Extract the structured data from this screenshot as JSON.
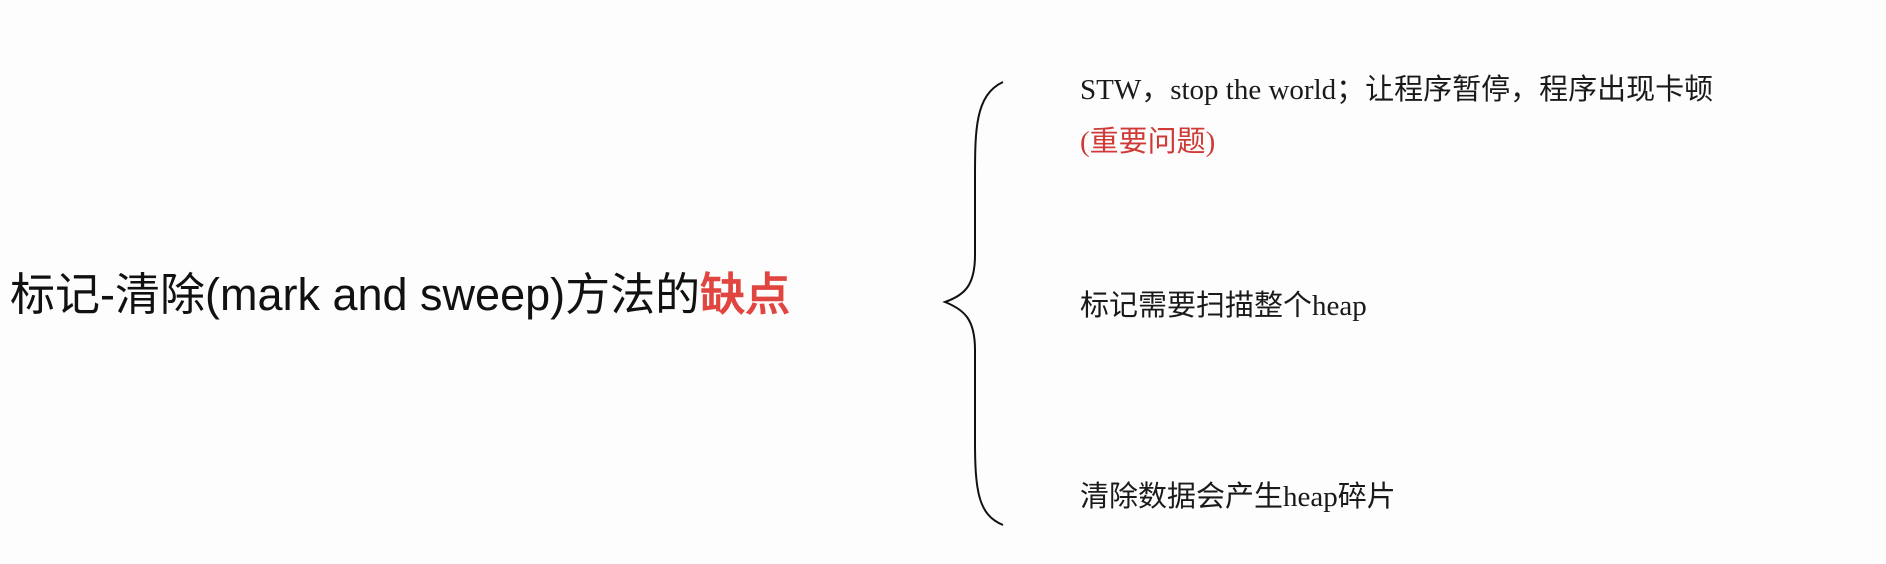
{
  "title": {
    "main": "标记-清除(mark and sweep)方法的",
    "highlight": "缺点"
  },
  "items": [
    {
      "text": "STW，stop the world；让程序暂停，程序出现卡顿",
      "note": "(重要问题)"
    },
    {
      "text": "标记需要扫描整个heap"
    },
    {
      "text": "清除数据会产生heap碎片"
    }
  ],
  "colors": {
    "accent": "#e0453f",
    "note": "#cf3a36"
  }
}
